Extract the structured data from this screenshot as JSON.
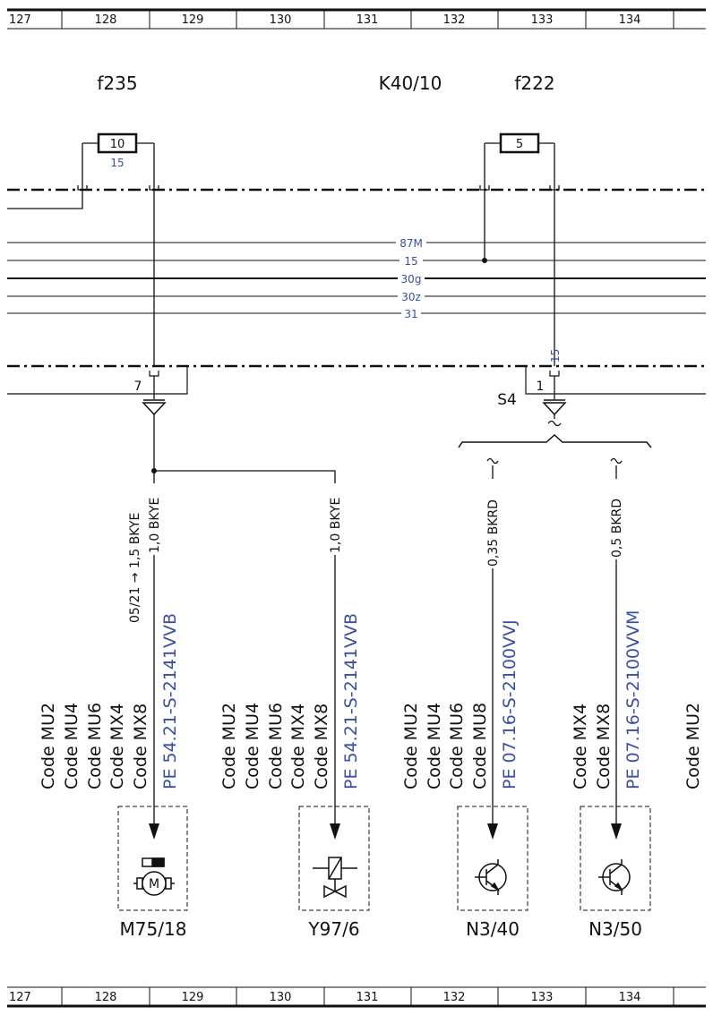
{
  "ruler": {
    "cells": [
      "127",
      "128",
      "129",
      "130",
      "131",
      "132",
      "133",
      "134"
    ]
  },
  "components": {
    "f235": {
      "label": "f235",
      "fuse_value": "10",
      "fuse_circuit": "15",
      "pin": "7"
    },
    "k40": {
      "label": "K40/10"
    },
    "f222": {
      "label": "f222",
      "fuse_value": "5",
      "pin": "1",
      "pin_circuit": "15",
      "splice": "S4"
    }
  },
  "bus": [
    "87M",
    "15",
    "30g",
    "30z",
    "31"
  ],
  "wires": {
    "w1_a": "05/21 → 1,5 BKYE",
    "w1_b": "1,0 BKYE",
    "w2": "1,0 BKYE",
    "w3": "0,35 BKRD",
    "w4": "0,5 BKRD"
  },
  "pe": {
    "p1": "PE 54.21-S-2141VVB",
    "p2": "PE 54.21-S-2141VVB",
    "p3": "PE 07.16-S-2100VVJ",
    "p4": "PE 07.16-S-2100VVM"
  },
  "codes": {
    "g1": [
      "Code MU2",
      "Code MU4",
      "Code MU6",
      "Code MX4",
      "Code MX8"
    ],
    "g2": [
      "Code MU2",
      "Code MU4",
      "Code MU6",
      "Code MX4",
      "Code MX8"
    ],
    "g3": [
      "Code MU2",
      "Code MU4",
      "Code MU6",
      "Code MU8"
    ],
    "g4": [
      "Code MX4",
      "Code MX8"
    ],
    "g5": [
      "Code MU2"
    ]
  },
  "devices": [
    "M75/18",
    "Y97/6",
    "N3/40",
    "N3/50"
  ],
  "motor_letter": "M",
  "colors": {
    "line": "#111111",
    "blue": "#3a4fa0"
  }
}
